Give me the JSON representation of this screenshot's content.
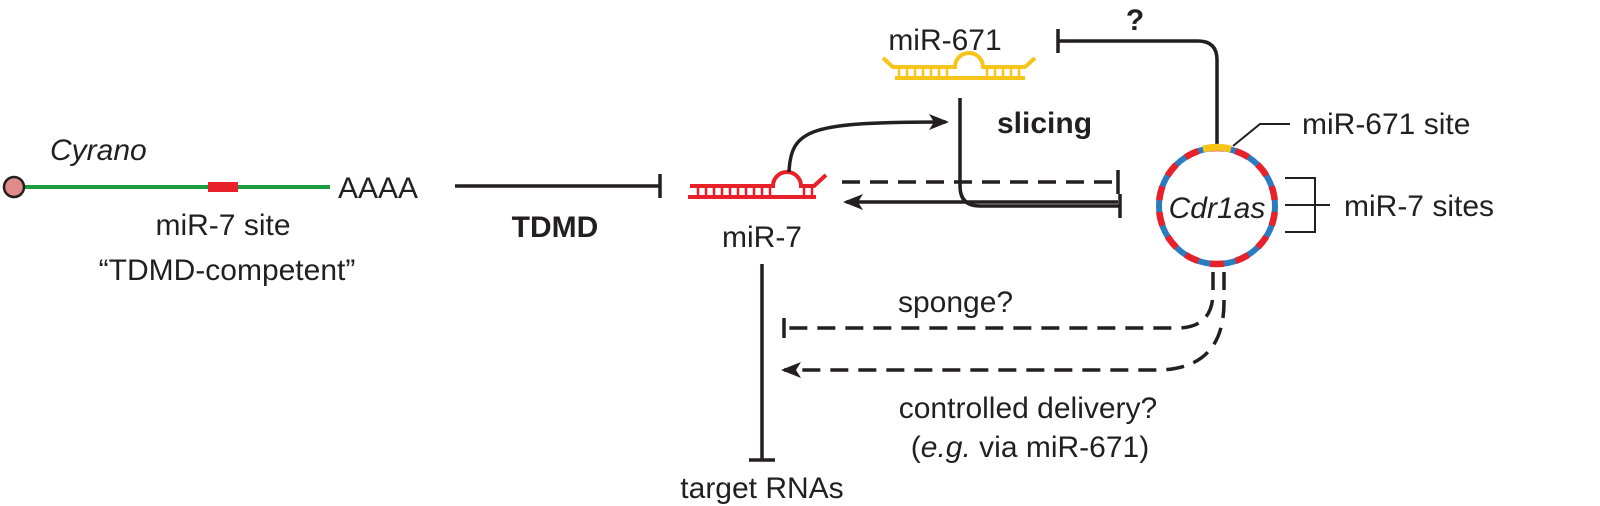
{
  "labels": {
    "cyrano": "Cyrano",
    "cyrano_site": "miR-7 site",
    "tdmd_competent": "“TDMD-competent”",
    "polya": "AAAA",
    "tdmd": "TDMD",
    "mir7": "miR-7",
    "mir671": "miR-671",
    "question": "?",
    "slicing": "slicing",
    "cdr1as": "Cdr1as",
    "mir671_site": "miR-671 site",
    "mir7_sites": "miR-7 sites",
    "sponge": "sponge?",
    "controlled_delivery": "controlled delivery?",
    "eg_prefix": "(",
    "eg": "e.g.",
    "via": " via miR-671)",
    "target_rnas": "target RNAs"
  },
  "colors": {
    "cyrano_line": "#1a9c3e",
    "mirna7": "#e8202a",
    "mirna671": "#f7c41a",
    "circ_backbone": "#2b7bbf",
    "line": "#231f20",
    "cap": "#e08a8a"
  }
}
